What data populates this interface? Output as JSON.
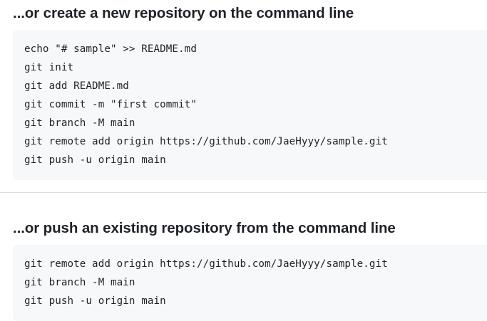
{
  "page": {
    "background_color": "#ffffff",
    "code_background_color": "#f6f8fa",
    "text_color": "#1f2328",
    "divider_color": "#d8dee4"
  },
  "sections": [
    {
      "id": "create-new-repository",
      "heading": "...or create a new repository on the command line",
      "commands": [
        "echo \"# sample\" >> README.md",
        "git init",
        "git add README.md",
        "git commit -m \"first commit\"",
        "git branch -M main",
        "git remote add origin https://github.com/JaeHyyy/sample.git",
        "git push -u origin main"
      ]
    },
    {
      "id": "push-existing-repository",
      "heading": "...or push an existing repository from the command line",
      "commands": [
        "git remote add origin https://github.com/JaeHyyy/sample.git",
        "git branch -M main",
        "git push -u origin main"
      ]
    }
  ]
}
